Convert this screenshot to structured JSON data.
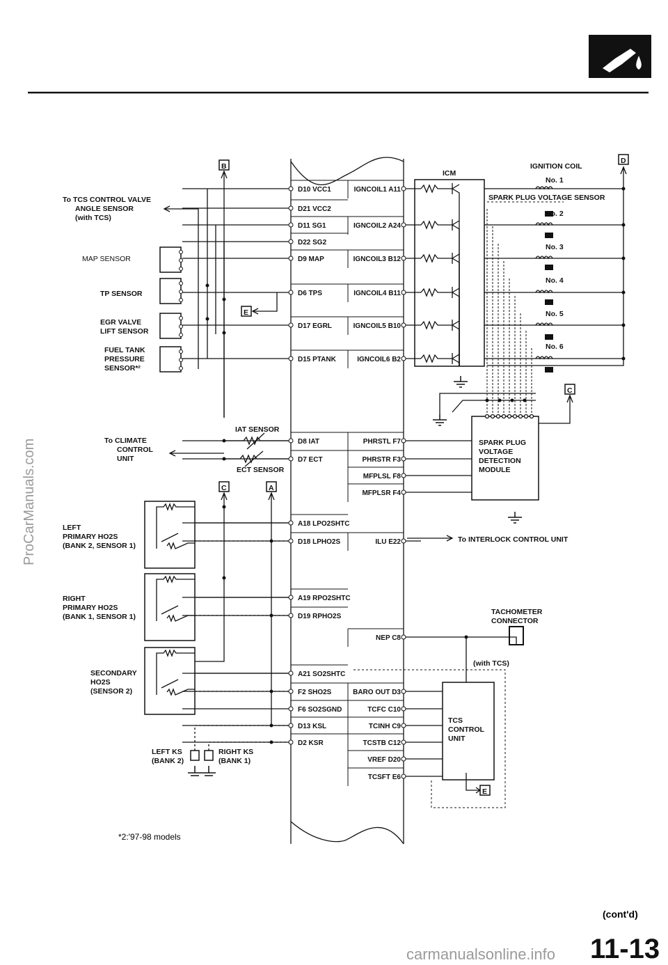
{
  "page_number": "11-13",
  "cont": "(cont'd)",
  "footnote": "*2:'97-98 models",
  "watermark_side": "ProCarManuals.com",
  "watermark_bottom": "carmanualsonline.info",
  "connectors": {
    "b": "B",
    "e": "E",
    "c": "C",
    "a": "A",
    "d": "D"
  },
  "left_labels": {
    "tcs_valve": [
      "To TCS CONTROL VALVE",
      "ANGLE SENSOR",
      "(with TCS)"
    ],
    "map": "MAP SENSOR",
    "tp": "TP SENSOR",
    "egr": [
      "EGR VALVE",
      "LIFT SENSOR"
    ],
    "fuel": [
      "FUEL TANK",
      "PRESSURE",
      "SENSOR*²"
    ],
    "climate": [
      "To CLIMATE",
      "CONTROL",
      "UNIT"
    ],
    "iat": "IAT SENSOR",
    "ect": "ECT SENSOR",
    "left_ho2s": [
      "LEFT",
      "PRIMARY HO2S",
      "(BANK 2, SENSOR 1)"
    ],
    "right_ho2s": [
      "RIGHT",
      "PRIMARY HO2S",
      "(BANK 1, SENSOR 1)"
    ],
    "secondary": [
      "SECONDARY",
      "HO2S",
      "(SENSOR 2)"
    ],
    "left_ks": [
      "LEFT KS",
      "(BANK 2)"
    ],
    "right_ks": [
      "RIGHT KS",
      "(BANK 1)"
    ]
  },
  "ecm_left_pins": [
    "D10 VCC1",
    "D21 VCC2",
    "D11 SG1",
    "D22 SG2",
    "D9 MAP",
    "D6 TPS",
    "D17 EGRL",
    "D15 PTANK",
    "D8 IAT",
    "D7 ECT",
    "A18 LPO2SHTC",
    "D18 LPHO2S",
    "A19 RPO2SHTC",
    "D19 RPHO2S",
    "A21 SO2SHTC",
    "F2 SHO2S",
    "F6 SO2SGND",
    "D13 KSL",
    "D2 KSR"
  ],
  "ecm_right_pins": [
    "IGNCOIL1 A11",
    "IGNCOIL2 A24",
    "IGNCOIL3 B12",
    "IGNCOIL4 B11",
    "IGNCOIL5 B10",
    "IGNCOIL6 B2",
    "PHRSTL F7",
    "PHRSTR F3",
    "MFPLSL F8",
    "MFPLSR F4",
    "ILU E22",
    "NEP C8",
    "BARO OUT D3",
    "TCFC C10",
    "TCINH C9",
    "TCSTB C12",
    "VREF D20",
    "TCSFT E6"
  ],
  "right_labels": {
    "icm": "ICM",
    "ign_coil": "IGNITION COIL",
    "coils": [
      "No. 1",
      "No. 2",
      "No. 3",
      "No. 4",
      "No. 5",
      "No. 6"
    ],
    "spark_sensor": "SPARK PLUG VOLTAGE SENSOR",
    "detection": [
      "SPARK PLUG",
      "VOLTAGE",
      "DETECTION",
      "MODULE"
    ],
    "interlock": "To INTERLOCK CONTROL UNIT",
    "tacho": [
      "TACHOMETER",
      "CONNECTOR"
    ],
    "with_tcs": "(with TCS)",
    "tcs_unit": [
      "TCS",
      "CONTROL",
      "UNIT"
    ]
  }
}
